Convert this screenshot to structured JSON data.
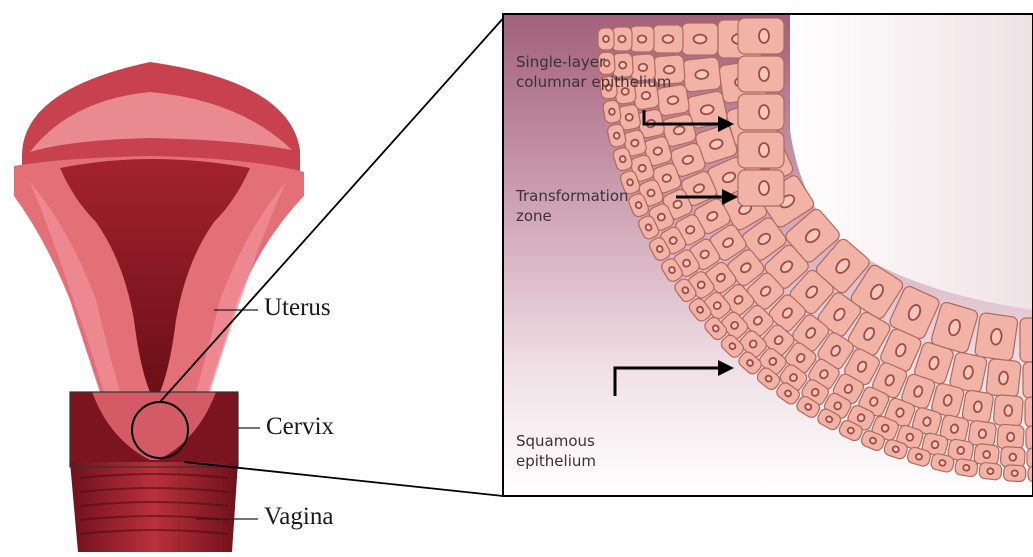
{
  "organ_labels": {
    "uterus": "Uterus",
    "cervix": "Cervix",
    "vagina": "Vagina"
  },
  "inset_labels": {
    "columnar_line1": "Single-layer",
    "columnar_line2": "columnar epithelium",
    "transformation_line1": "Transformation",
    "transformation_line2": "zone",
    "squamous_line1": "Squamous",
    "squamous_line2": "epithelium"
  },
  "colors": {
    "uterus_wall": "#e36f77",
    "uterus_cavity": "#8c1a24",
    "cervix_tissue": "#7a1520",
    "inset_background_top": "#a05c77",
    "inset_background_bottom": "#ffffff",
    "cell_fill": "#f2b3a7",
    "cell_outline": "#b4675d",
    "arrow": "#000000"
  }
}
